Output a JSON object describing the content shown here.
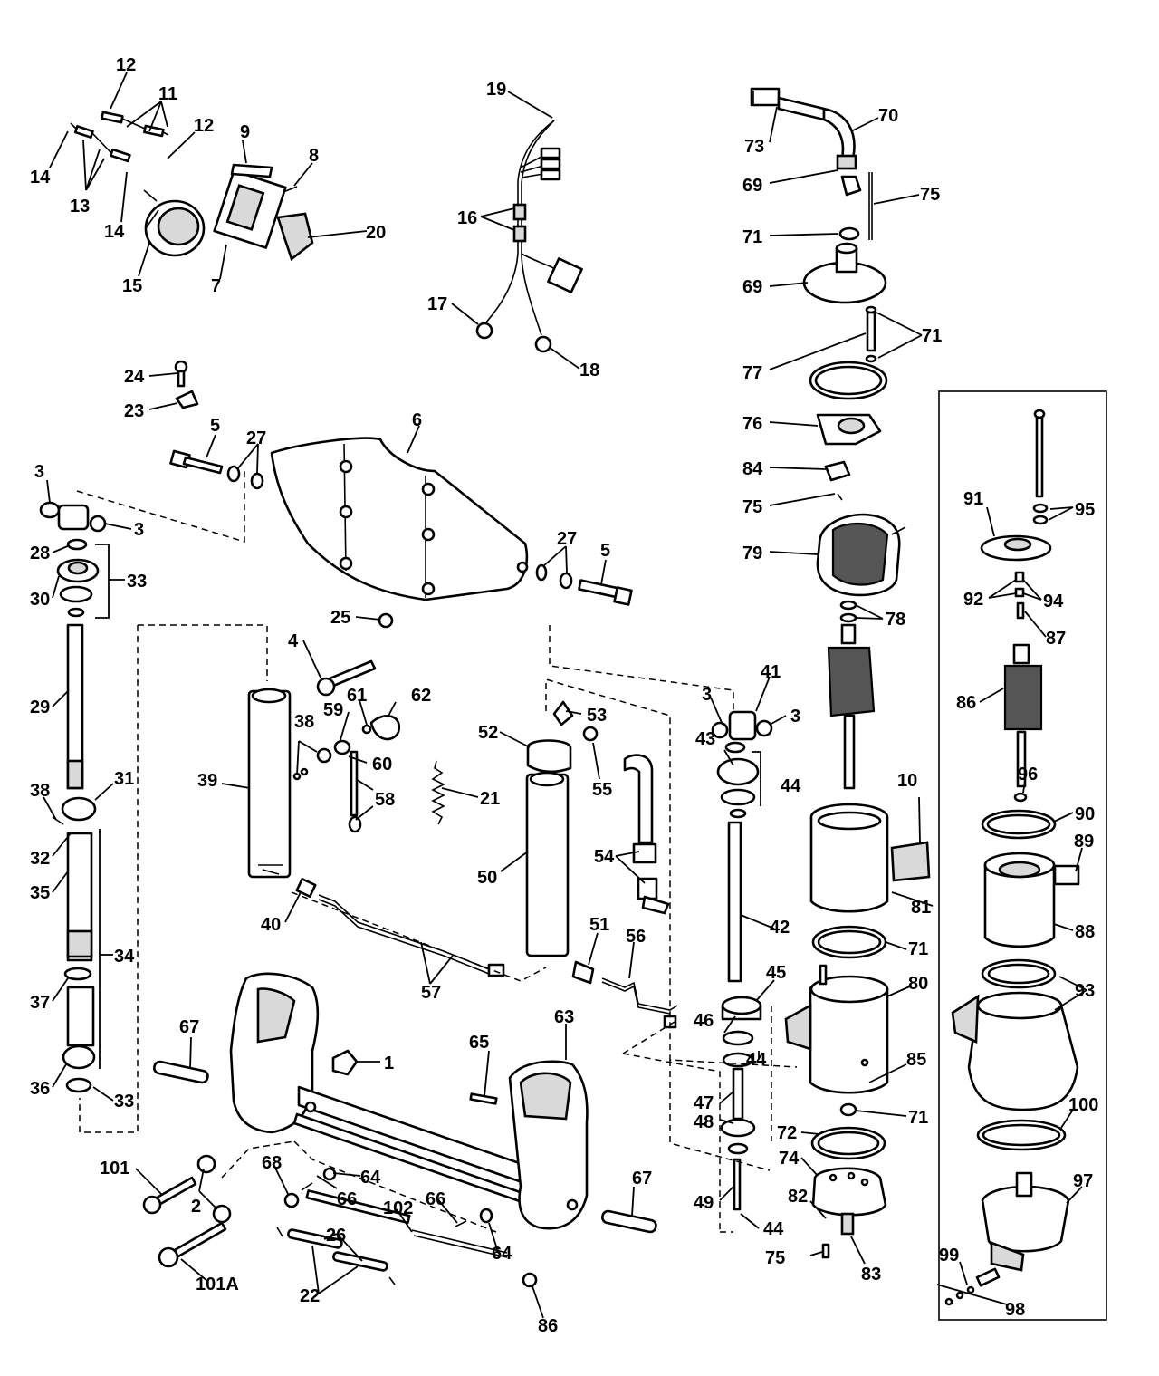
{
  "callouts": [
    {
      "id": "c-12a",
      "text": "12"
    },
    {
      "id": "c-11",
      "text": "11"
    },
    {
      "id": "c-12b",
      "text": "12"
    },
    {
      "id": "c-14a",
      "text": "14"
    },
    {
      "id": "c-13",
      "text": "13"
    },
    {
      "id": "c-14b",
      "text": "14"
    },
    {
      "id": "c-9",
      "text": "9"
    },
    {
      "id": "c-8",
      "text": "8"
    },
    {
      "id": "c-20",
      "text": "20"
    },
    {
      "id": "c-15",
      "text": "15"
    },
    {
      "id": "c-7",
      "text": "7"
    },
    {
      "id": "c-19",
      "text": "19"
    },
    {
      "id": "c-16",
      "text": "16"
    },
    {
      "id": "c-17",
      "text": "17"
    },
    {
      "id": "c-18",
      "text": "18"
    },
    {
      "id": "c-73",
      "text": "73"
    },
    {
      "id": "c-70",
      "text": "70"
    },
    {
      "id": "c-69a",
      "text": "69"
    },
    {
      "id": "c-75a",
      "text": "75"
    },
    {
      "id": "c-71a",
      "text": "71"
    },
    {
      "id": "c-69b",
      "text": "69"
    },
    {
      "id": "c-71b",
      "text": "71"
    },
    {
      "id": "c-77",
      "text": "77"
    },
    {
      "id": "c-76",
      "text": "76"
    },
    {
      "id": "c-84",
      "text": "84"
    },
    {
      "id": "c-75b",
      "text": "75"
    },
    {
      "id": "c-79",
      "text": "79"
    },
    {
      "id": "c-78",
      "text": "78"
    },
    {
      "id": "c-24",
      "text": "24"
    },
    {
      "id": "c-23",
      "text": "23"
    },
    {
      "id": "c-5a",
      "text": "5"
    },
    {
      "id": "c-27a",
      "text": "27"
    },
    {
      "id": "c-6",
      "text": "6"
    },
    {
      "id": "c-27b",
      "text": "27"
    },
    {
      "id": "c-5b",
      "text": "5"
    },
    {
      "id": "c-25",
      "text": "25"
    },
    {
      "id": "c-4",
      "text": "4"
    },
    {
      "id": "c-3a",
      "text": "3"
    },
    {
      "id": "c-3b",
      "text": "3"
    },
    {
      "id": "c-28",
      "text": "28"
    },
    {
      "id": "c-30",
      "text": "30"
    },
    {
      "id": "c-33a",
      "text": "33"
    },
    {
      "id": "c-29",
      "text": "29"
    },
    {
      "id": "c-38a",
      "text": "38"
    },
    {
      "id": "c-31",
      "text": "31"
    },
    {
      "id": "c-32",
      "text": "32"
    },
    {
      "id": "c-35",
      "text": "35"
    },
    {
      "id": "c-34",
      "text": "34"
    },
    {
      "id": "c-37",
      "text": "37"
    },
    {
      "id": "c-36",
      "text": "36"
    },
    {
      "id": "c-33b",
      "text": "33"
    },
    {
      "id": "c-39",
      "text": "39"
    },
    {
      "id": "c-38b",
      "text": "38"
    },
    {
      "id": "c-59",
      "text": "59"
    },
    {
      "id": "c-61",
      "text": "61"
    },
    {
      "id": "c-62",
      "text": "62"
    },
    {
      "id": "c-60",
      "text": "60"
    },
    {
      "id": "c-58",
      "text": "58"
    },
    {
      "id": "c-21",
      "text": "21"
    },
    {
      "id": "c-40",
      "text": "40"
    },
    {
      "id": "c-57",
      "text": "57"
    },
    {
      "id": "c-53",
      "text": "53"
    },
    {
      "id": "c-52",
      "text": "52"
    },
    {
      "id": "c-55",
      "text": "55"
    },
    {
      "id": "c-50",
      "text": "50"
    },
    {
      "id": "c-54",
      "text": "54"
    },
    {
      "id": "c-51",
      "text": "51"
    },
    {
      "id": "c-56",
      "text": "56"
    },
    {
      "id": "c-41",
      "text": "41"
    },
    {
      "id": "c-3c",
      "text": "3"
    },
    {
      "id": "c-3d",
      "text": "3"
    },
    {
      "id": "c-43",
      "text": "43"
    },
    {
      "id": "c-44a",
      "text": "44"
    },
    {
      "id": "c-42",
      "text": "42"
    },
    {
      "id": "c-45",
      "text": "45"
    },
    {
      "id": "c-46",
      "text": "46"
    },
    {
      "id": "c-44b",
      "text": "44"
    },
    {
      "id": "c-47",
      "text": "47"
    },
    {
      "id": "c-48",
      "text": "48"
    },
    {
      "id": "c-49",
      "text": "49"
    },
    {
      "id": "c-44c",
      "text": "44"
    },
    {
      "id": "c-10",
      "text": "10"
    },
    {
      "id": "c-81",
      "text": "81"
    },
    {
      "id": "c-71c",
      "text": "71"
    },
    {
      "id": "c-80",
      "text": "80"
    },
    {
      "id": "c-85",
      "text": "85"
    },
    {
      "id": "c-71d",
      "text": "71"
    },
    {
      "id": "c-72",
      "text": "72"
    },
    {
      "id": "c-74",
      "text": "74"
    },
    {
      "id": "c-82",
      "text": "82"
    },
    {
      "id": "c-83",
      "text": "83"
    },
    {
      "id": "c-75c",
      "text": "75"
    },
    {
      "id": "c-91",
      "text": "91"
    },
    {
      "id": "c-95",
      "text": "95"
    },
    {
      "id": "c-92",
      "text": "92"
    },
    {
      "id": "c-94",
      "text": "94"
    },
    {
      "id": "c-87",
      "text": "87"
    },
    {
      "id": "c-86a",
      "text": "86"
    },
    {
      "id": "c-96",
      "text": "96"
    },
    {
      "id": "c-90",
      "text": "90"
    },
    {
      "id": "c-89",
      "text": "89"
    },
    {
      "id": "c-88",
      "text": "88"
    },
    {
      "id": "c-93",
      "text": "93"
    },
    {
      "id": "c-100",
      "text": "100"
    },
    {
      "id": "c-97",
      "text": "97"
    },
    {
      "id": "c-99",
      "text": "99"
    },
    {
      "id": "c-98",
      "text": "98"
    },
    {
      "id": "c-67a",
      "text": "67"
    },
    {
      "id": "c-1",
      "text": "1"
    },
    {
      "id": "c-65",
      "text": "65"
    },
    {
      "id": "c-63",
      "text": "63"
    },
    {
      "id": "c-67b",
      "text": "67"
    },
    {
      "id": "c-101",
      "text": "101"
    },
    {
      "id": "c-2",
      "text": "2"
    },
    {
      "id": "c-68",
      "text": "68"
    },
    {
      "id": "c-64a",
      "text": "64"
    },
    {
      "id": "c-66a",
      "text": "66"
    },
    {
      "id": "c-102",
      "text": "102"
    },
    {
      "id": "c-66b",
      "text": "66"
    },
    {
      "id": "c-64b",
      "text": "64"
    },
    {
      "id": "c-26",
      "text": "26"
    },
    {
      "id": "c-22",
      "text": "22"
    },
    {
      "id": "c-101a",
      "text": "101A"
    },
    {
      "id": "c-86b",
      "text": "86"
    }
  ]
}
